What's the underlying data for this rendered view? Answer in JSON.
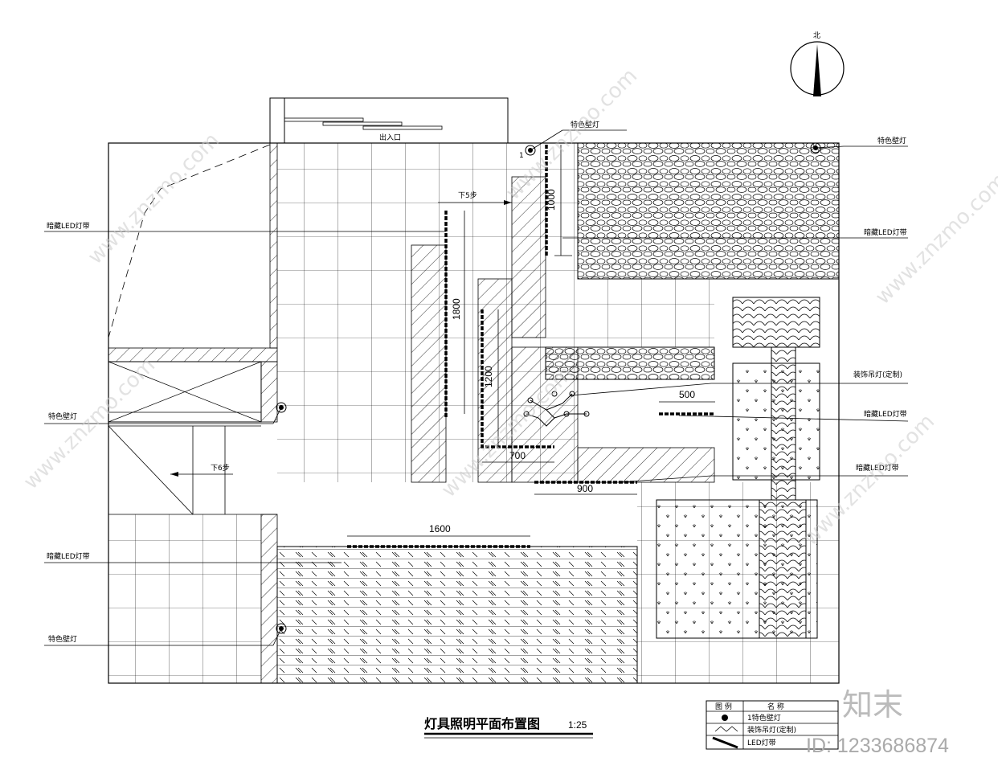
{
  "compass": {
    "label": "北"
  },
  "entrance": {
    "label": "出入口"
  },
  "dims": {
    "d1000": "1000",
    "d1800": "1800",
    "d1200": "1200",
    "d500": "500",
    "d700": "700",
    "d900": "900",
    "d1600": "1600"
  },
  "steps": {
    "down5": "下5步",
    "down6": "下6步"
  },
  "callouts": {
    "wall_lamp_top": "特色壁灯",
    "wall_lamp_right": "特色壁灯",
    "led_right_top": "暗藏LED灯带",
    "pendant": "装饰吊灯(定制)",
    "led_right_mid": "暗藏LED灯带",
    "led_right_low": "暗藏LED灯带",
    "led_left_top": "暗藏LED灯带",
    "wall_lamp_left_mid": "特色壁灯",
    "led_left_low": "暗藏LED灯带",
    "wall_lamp_left_low": "特色壁灯",
    "lamp_index": "1"
  },
  "title": {
    "main": "灯具照明平面布置图",
    "scale": "1:25"
  },
  "legend": {
    "header_symbol": "图  例",
    "header_name": "名    称",
    "rows": [
      {
        "name": "1特色壁灯",
        "icon": "wall-lamp-icon"
      },
      {
        "name": "装饰吊灯(定制)",
        "icon": "pendant-lamp-icon"
      },
      {
        "name": "LED灯带",
        "icon": "led-strip-icon"
      }
    ]
  },
  "watermark": {
    "site": "www.znzmo.com",
    "brand": "知末",
    "id": "ID: 1233686874"
  }
}
